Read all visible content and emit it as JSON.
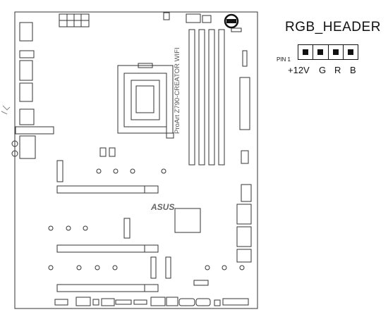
{
  "board": {
    "model_silk": "ProArt Z790-CREATOR WIFI",
    "brand_logo": "ASUS"
  },
  "header": {
    "title": "RGB_HEADER",
    "pin1_label": "PIN 1",
    "pins": [
      "+12V",
      "G",
      "R",
      "B"
    ]
  }
}
